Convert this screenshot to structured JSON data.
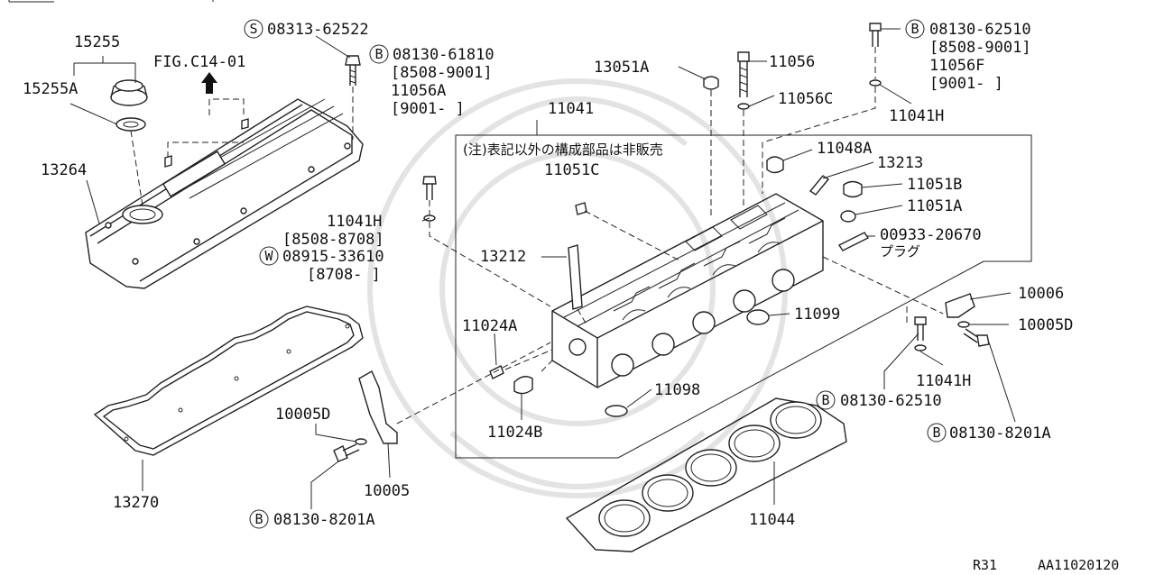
{
  "labels": {
    "p15255": "15255",
    "p15255A": "15255A",
    "fig": "FIG.C14-01",
    "p13264": "13264",
    "s08313": "08313-62522",
    "b08130_61810": "08130-61810",
    "r8508_9001_a": "[8508-9001]",
    "p11056A": "11056A",
    "r9001_a": "[9001-    ]",
    "p11041H_a": "11041H",
    "r8508_8708": "[8508-8708]",
    "w08915": "08915-33610",
    "r8708": "[8708-    ]",
    "p13051A": "13051A",
    "p11056": "11056",
    "p11056C": "11056C",
    "b08130_62510_top": "08130-62510",
    "r8508_9001_b": "[8508-9001]",
    "p11056F": "11056F",
    "r9001_b": "[9001-    ]",
    "p11041H_b": "11041H",
    "p11041": "11041",
    "note": "(注)表記以外の構成部品は非販売",
    "p11051C": "11051C",
    "p11048A": "11048A",
    "p13213": "13213",
    "p11051B": "11051B",
    "p11051A": "11051A",
    "p00933": "00933-20670",
    "plug": "プラグ",
    "p13212": "13212",
    "p11099": "11099",
    "p11024A": "11024A",
    "p10006": "10006",
    "p10005D_r": "10005D",
    "p11041H_c": "11041H",
    "b08130_62510_bot": "08130-62510",
    "b08130_8201A_r": "08130-8201A",
    "p11098": "11098",
    "p11024B": "11024B",
    "p10005D_l": "10005D",
    "p13270": "13270",
    "p10005": "10005",
    "b08130_8201A_l": "08130-8201A",
    "p11044": "11044",
    "r31": "R31",
    "ref": "AA11020120"
  },
  "markers": {
    "S": "S",
    "B": "B",
    "W": "W"
  }
}
